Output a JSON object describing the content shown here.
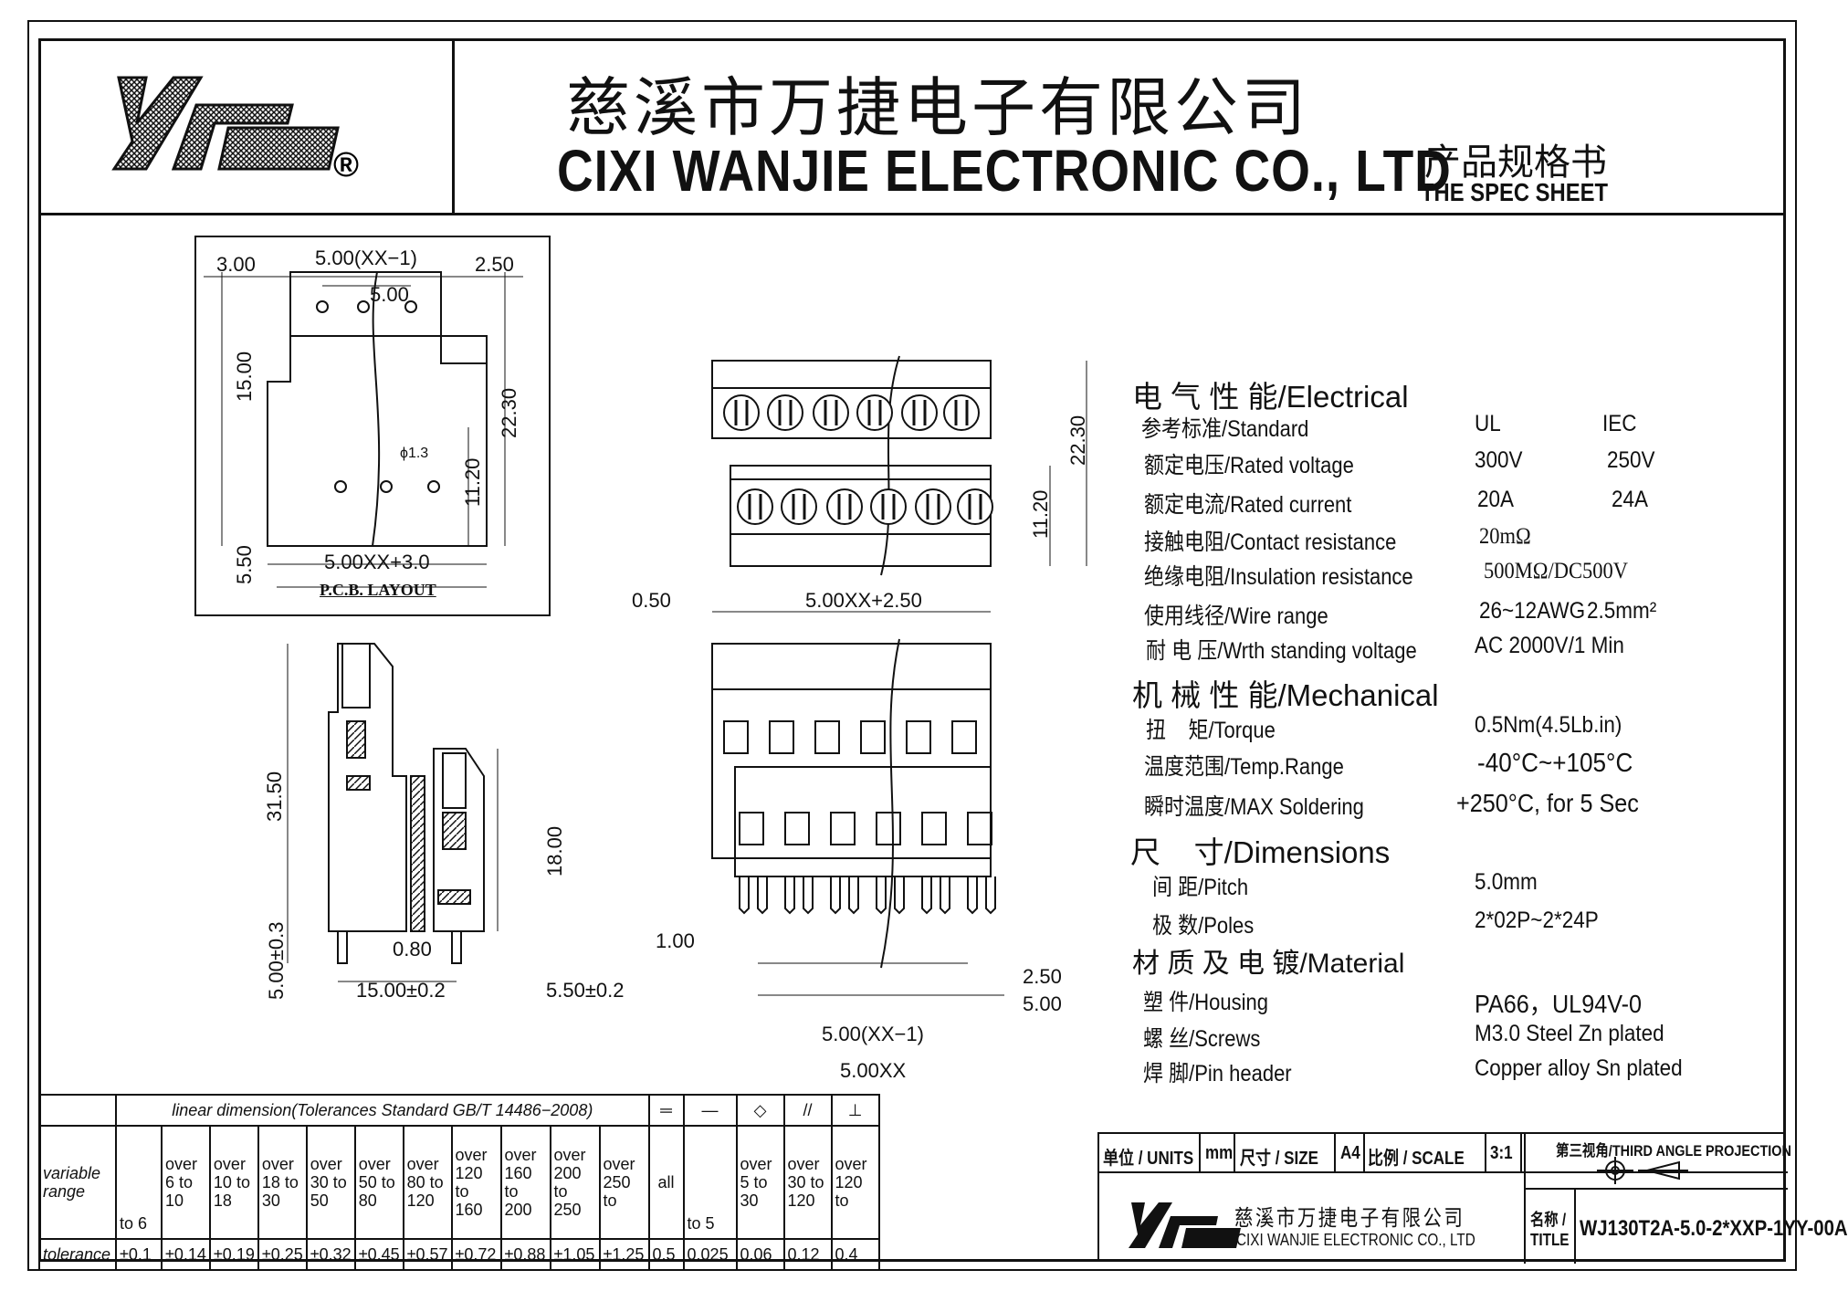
{
  "header": {
    "company_cn": "慈溪市万捷电子有限公司",
    "company_en": "CIXI WANJIE ELECTRONIC CO., LTD",
    "sheet_cn": "产品规格书",
    "sheet_en": "THE SPEC SHEET",
    "registered_mark": "®"
  },
  "pcb": {
    "d1": "3.00",
    "d2": "5.00(XX−1)",
    "d3": "2.50",
    "d4": "5.00",
    "d5": "15.00",
    "d6": "22.30",
    "d7": "11.20",
    "d8": "5.50",
    "hole": "ϕ1.3",
    "d9": "5.00XX+3.0",
    "label": "P.C.B. LAYOUT"
  },
  "front": {
    "h1": "22.30",
    "h2": "11.20"
  },
  "top_view": {
    "w0": "0.50",
    "w1": "5.00XX+2.50",
    "w2": "1.00",
    "w3": "2.50",
    "w4": "5.00",
    "w5": "5.00(XX−1)",
    "w6": "5.00XX"
  },
  "side": {
    "h1": "31.50",
    "h2": "18.00",
    "h3": "5.00±0.3",
    "w1": "0.80",
    "w2": "15.00±0.2",
    "w3": "5.50±0.2"
  },
  "specs": {
    "electrical": "电 气 性 能/Electrical",
    "rows_e": [
      {
        "label": "参考标准/Standard",
        "v1": "UL",
        "v2": "IEC"
      },
      {
        "label": "额定电压/Rated voltage",
        "v1": "300V",
        "v2": "250V"
      },
      {
        "label": "额定电流/Rated current",
        "v1": "20A",
        "v2": "24A"
      },
      {
        "label": "接触电阻/Contact resistance",
        "v1": "20mΩ",
        "v2": ""
      },
      {
        "label": "绝缘电阻/Insulation resistance",
        "v1": "500MΩ/DC500V",
        "v2": ""
      },
      {
        "label": "使用线径/Wire range",
        "v1": "26~12AWG",
        "v2": "2.5mm²"
      },
      {
        "label": "耐 电 压/Wrth standing voltage",
        "v1": "AC 2000V/1 Min",
        "v2": ""
      }
    ],
    "mechanical": "机 械 性 能/Mechanical",
    "rows_m": [
      {
        "label": "扭    矩/Torque",
        "v1": "0.5Nm(4.5Lb.in)"
      },
      {
        "label": "温度范围/Temp.Range",
        "v1": "-40°C~+105°C"
      },
      {
        "label": "瞬时温度/MAX Soldering",
        "v1": "+250°C, for 5 Sec"
      }
    ],
    "dimensions": "尺    寸/Dimensions",
    "rows_d": [
      {
        "label": "间 距/Pitch",
        "v1": "5.0mm"
      },
      {
        "label": "极 数/Poles",
        "v1": "2*02P~2*24P"
      }
    ],
    "material": "材 质 及 电 镀/Material",
    "rows_mat": [
      {
        "label": "塑 件/Housing",
        "v1": "PA66，UL94V-0"
      },
      {
        "label": "螺 丝/Screws",
        "v1": "M3.0 Steel Zn plated"
      },
      {
        "label": "焊 脚/Pin header",
        "v1": "Copper alloy  Sn plated"
      }
    ]
  },
  "tolerance": {
    "title": "linear  dimension(Tolerances  Standard  GB/T  14486−2008)",
    "geo_symbols": [
      "═",
      "—",
      "◇",
      "//",
      "⊥"
    ],
    "row1_label": "variable range",
    "ranges": [
      "to 6",
      "over 6 to 10",
      "over 10 to 18",
      "over 18 to 30",
      "over 30 to 50",
      "over 50 to 80",
      "over 80 to 120",
      "over 120 to 160",
      "over 160 to 200",
      "over 200 to 250",
      "over 250 to",
      "all",
      "to 5",
      "over 5 to 30",
      "over 30 to 120",
      "over 120 to"
    ],
    "row2_label": "tolerance",
    "values": [
      "±0.1",
      "±0.14",
      "±0.19",
      "±0.25",
      "±0.32",
      "±0.45",
      "±0.57",
      "±0.72",
      "±0.88",
      "±1.05",
      "±1.25",
      "0.5",
      "0.025",
      "0.06",
      "0.12",
      "0.4"
    ]
  },
  "titleblock": {
    "units_label": "单位 / UNITS",
    "units": "mm",
    "size_label": "尺寸 / SIZE",
    "size": "A4",
    "scale_label": "比例 / SCALE",
    "scale": "3:1",
    "projection": "第三视角/THIRD ANGLE PROJECTION",
    "company_cn": "慈溪市万捷电子有限公司",
    "company_en": "CIXI  WANJIE  ELECTRONIC CO., LTD",
    "name_label": "名称 / TITLE",
    "part_no": "WJ130T2A-5.0-2*XXP-1YY-00A"
  }
}
